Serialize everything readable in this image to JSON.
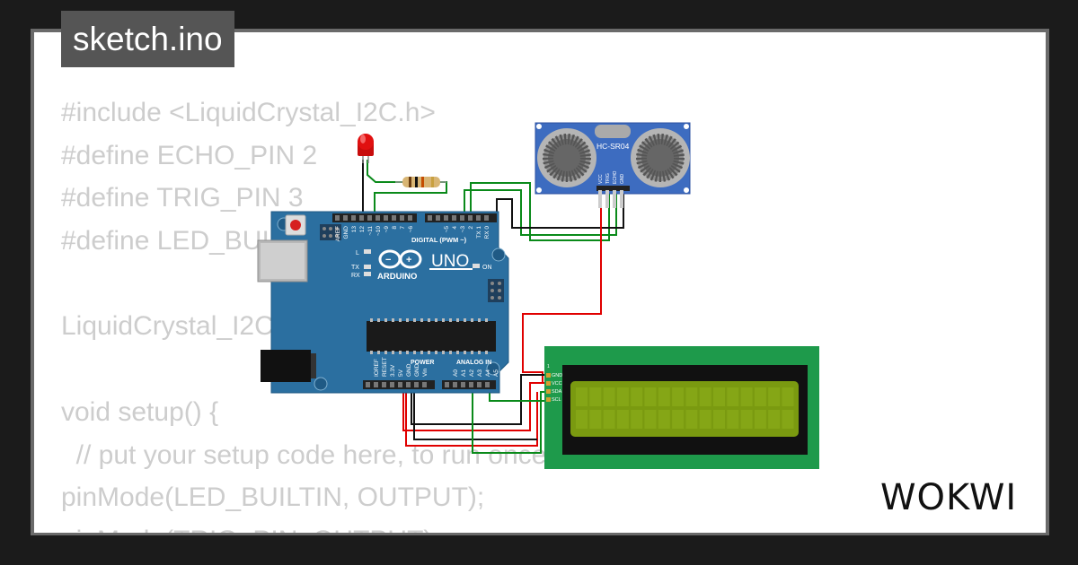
{
  "file_tab": {
    "label": "sketch.ino"
  },
  "code_lines": [
    "#include <LiquidCrystal_I2C.h>",
    "#define ECHO_PIN 2",
    "#define TRIG_PIN 3",
    "#define LED_BUILTIN 13",
    "",
    "LiquidCrystal_I2C lcd(0x27, 16, 2);",
    "",
    "void setup() {",
    "  // put your setup code here, to run once:",
    "pinMode(LED_BUILTIN, OUTPUT);",
    "pinMode(TRIG_PIN, OUTPUT);"
  ],
  "arduino": {
    "model": "UNO",
    "brand": "ARDUINO",
    "digital_header": "DIGITAL (PWM ~)",
    "power_header": "POWER",
    "analog_header": "ANALOG IN",
    "on_label": "ON",
    "l_label": "L",
    "tx_label": "TX",
    "rx_label": "RX",
    "digital_pins": [
      "AREF",
      "GND",
      "13",
      "12",
      "~11",
      "~10",
      "~9",
      "8",
      "7",
      "~6",
      "~5",
      "4",
      "~3",
      "2",
      "TX 1",
      "RX 0"
    ],
    "power_pins": [
      "IOREF",
      "RESET",
      "3.3V",
      "5V",
      "GND",
      "GND",
      "Vin"
    ],
    "analog_pins": [
      "A0",
      "A1",
      "A2",
      "A3",
      "A4",
      "A5"
    ]
  },
  "sensor": {
    "name": "HC-SR04",
    "pins": [
      "VCC",
      "TRIG",
      "ECHO",
      "GND"
    ]
  },
  "lcd": {
    "pin_number": "1",
    "pins": [
      "GND",
      "VCC",
      "SDA",
      "SCL"
    ]
  },
  "brand_logo": "WOKWI",
  "colors": {
    "board": "#2b6fa0",
    "board_dark": "#1f5a85",
    "lcd_pcb": "#1e9a4b",
    "lcd_screen": "#7a9a10",
    "sensor_pcb": "#3d6cc0",
    "wire_red": "#e00000",
    "wire_black": "#111111",
    "wire_green": "#0a8a1a",
    "led": "#e11010"
  }
}
